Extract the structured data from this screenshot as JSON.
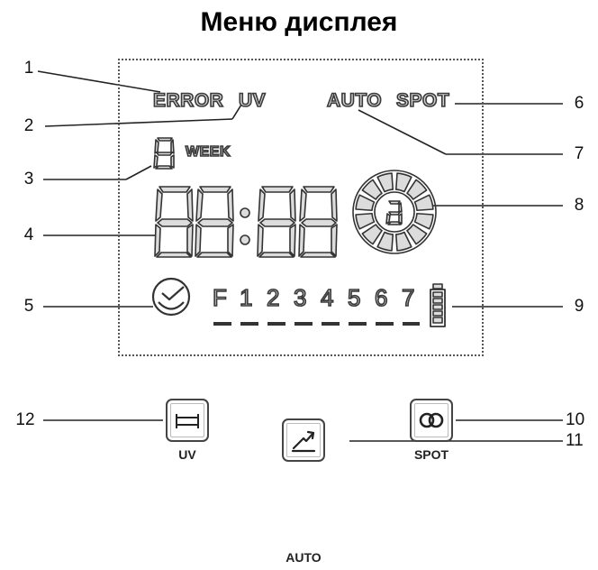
{
  "title": "Меню дисплея",
  "lcd": {
    "error": "ERROR",
    "uv": "UV",
    "auto": "AUTO",
    "spot": "SPOT",
    "week": "WEEK",
    "days": [
      "F",
      "1",
      "2",
      "3",
      "4",
      "5",
      "6",
      "7"
    ]
  },
  "callouts": [
    "1",
    "2",
    "3",
    "4",
    "5",
    "6",
    "7",
    "8",
    "9",
    "10",
    "11",
    "12"
  ],
  "buttons": {
    "uv_label": "UV",
    "spot_label": "SPOT",
    "auto_label": "AUTO"
  }
}
